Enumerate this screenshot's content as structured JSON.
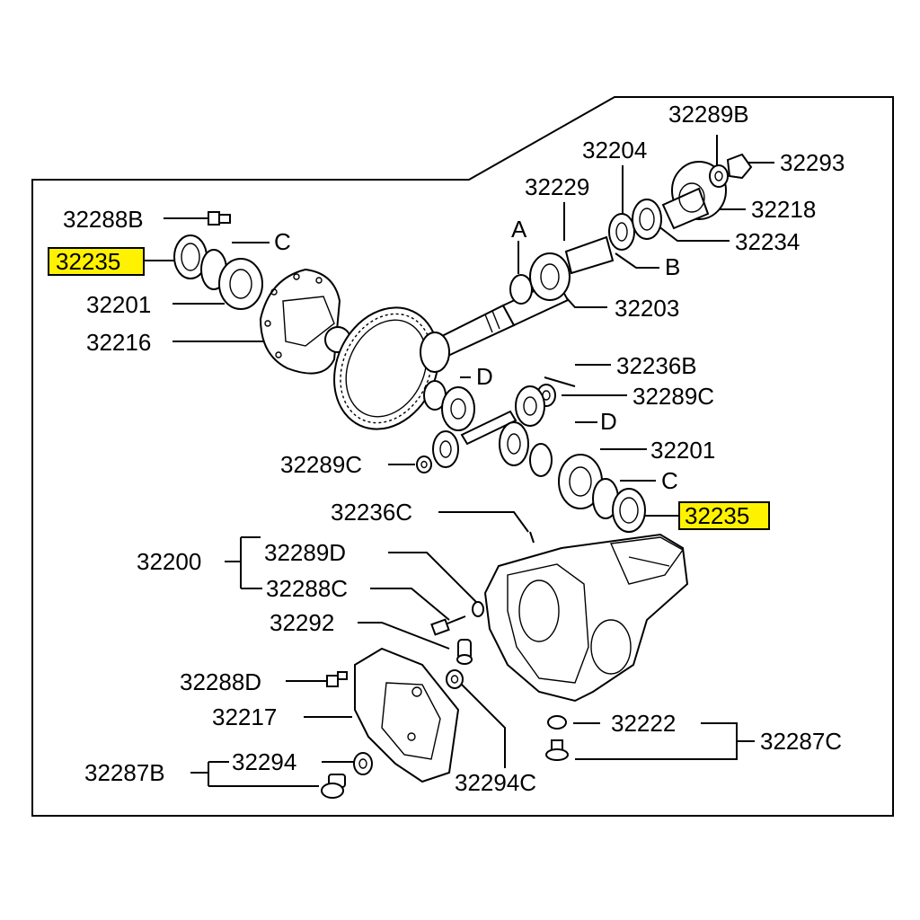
{
  "diagram": {
    "labels": {
      "p32288B_top": "32288B",
      "p32235_left": "32235",
      "c_left": "C",
      "p32201_left": "32201",
      "p32216": "32216",
      "p32289B": "32289B",
      "p32293": "32293",
      "p32204": "32204",
      "p32229": "32229",
      "p32218": "32218",
      "a_label": "A",
      "p32234": "32234",
      "b_label": "B",
      "p32203": "32203",
      "p32236B": "32236B",
      "d_upper": "D",
      "p32289C_right": "32289C",
      "d_lower": "D",
      "p32289C_left": "32289C",
      "p32201_right": "32201",
      "c_right": "C",
      "p32235_right": "32235",
      "p32236C": "32236C",
      "p32200": "32200",
      "p32289D": "32289D",
      "p32288C": "32288C",
      "p32292": "32292",
      "p32288D": "32288D",
      "p32217": "32217",
      "p32222": "32222",
      "p32287C": "32287C",
      "p32294": "32294",
      "p32287B": "32287B",
      "p32294C": "32294C"
    },
    "highlight_color": "#fff200"
  }
}
